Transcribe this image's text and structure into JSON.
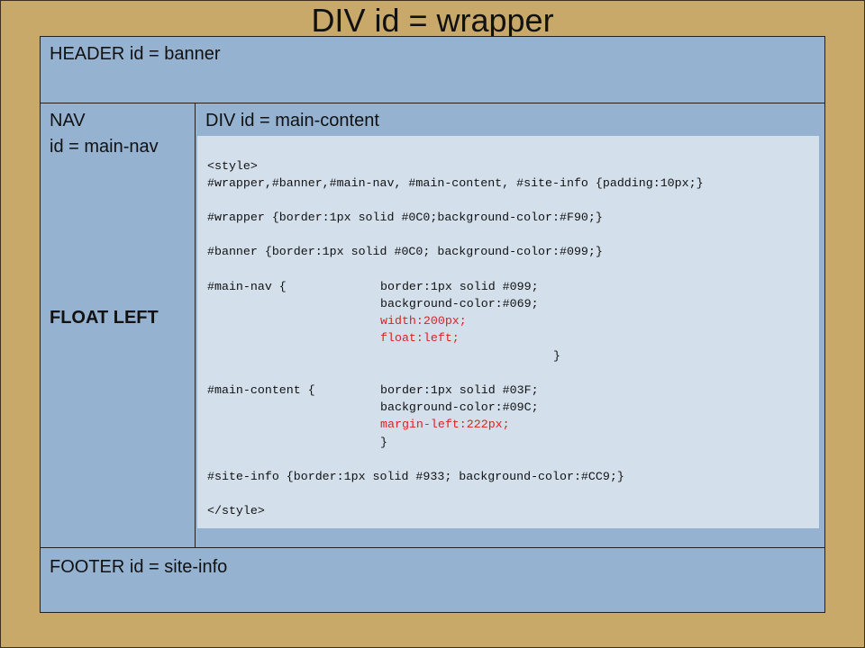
{
  "title": "DIV id = wrapper",
  "banner": {
    "label": "HEADER id = banner"
  },
  "nav": {
    "line1": "NAV",
    "line2": "id = main-nav",
    "float_label": "FLOAT LEFT"
  },
  "main": {
    "label": "DIV id = main-content"
  },
  "footer": {
    "label": "FOOTER id = site-info"
  },
  "code": {
    "style_open": "<style>",
    "padding_rule": "#wrapper,#banner,#main-nav, #main-content, #site-info {padding:10px;}",
    "wrapper_rule": "#wrapper {border:1px solid #0C0;background-color:#F90;}",
    "banner_rule": "#banner {border:1px solid #0C0; background-color:#099;}",
    "mainnav_selector": "#main-nav {",
    "mainnav_border": "border:1px solid #099;",
    "mainnav_bg": "background-color:#069;",
    "mainnav_width": "width:200px;",
    "mainnav_float": "float:left;",
    "mainnav_close": "}",
    "content_selector": "#main-content {",
    "content_border": "border:1px solid #03F;",
    "content_bg": "background-color:#09C;",
    "content_margin": "margin-left:222px;",
    "content_close": "}",
    "siteinfo_rule": "#site-info {border:1px solid #933; background-color:#CC9;}",
    "style_close": "</style>"
  },
  "colors": {
    "background": "#c8a96a",
    "box": "#95b3d1",
    "code_bg": "#d3e0ec",
    "highlight": "#e02020"
  }
}
